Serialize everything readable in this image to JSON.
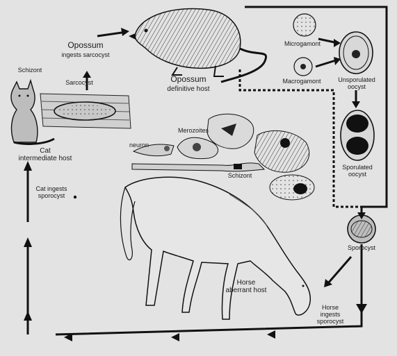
{
  "diagram": {
    "opossum": {
      "name": "Opossum",
      "role": "definitive host"
    },
    "opossum_action": {
      "title": "Opossum",
      "text": "ingests sarcocyst"
    },
    "schizont_cat": "Schizont",
    "sarcocyst": "Sarcocyst",
    "cat": {
      "name": "Cat",
      "role": "intermediate host"
    },
    "cat_ingests": {
      "line1": "Cat ingests",
      "line2": "sporocyst"
    },
    "microgamont": "Microgamont",
    "macrogamont": "Macrogamont",
    "unsporulated": {
      "line1": "Unsporulated",
      "line2": "oocyst"
    },
    "sporulated": {
      "line1": "Sporulated",
      "line2": "oocyst"
    },
    "sporocyst": "Sporocyst",
    "merozoites": "Merozoites",
    "neuron": "neuron",
    "schizont_horse": "Schizont",
    "horse": {
      "name": "Horse",
      "role": "aberrant host"
    },
    "horse_ingests": {
      "line1": "Horse",
      "line2": "ingests",
      "line3": "sporocyst"
    }
  }
}
